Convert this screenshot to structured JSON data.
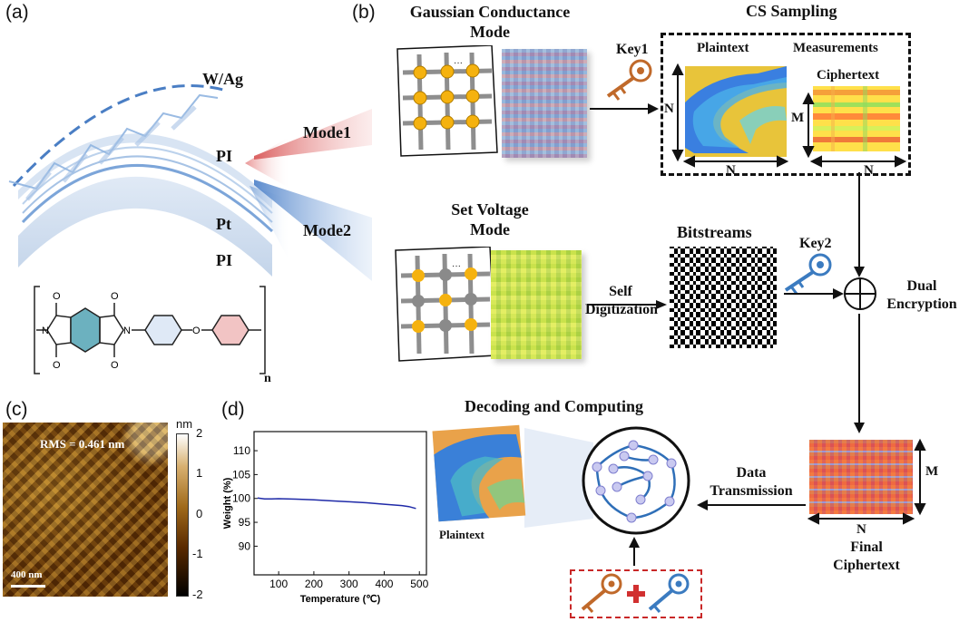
{
  "panels": {
    "a": {
      "label": "(a)",
      "layers": [
        "W/Ag",
        "PI",
        "Pt",
        "PI"
      ],
      "modes": [
        "Mode1",
        "Mode2"
      ],
      "subscript": "n"
    },
    "b": {
      "label": "(b)",
      "gaussian_title": "Gaussian Conductance\nMode",
      "cs_title": "CS Sampling",
      "key1": "Key1",
      "plaintext": "Plaintext",
      "measurements": "Measurements",
      "ciphertext": "Ciphertext",
      "dim_n": "N",
      "dim_m": "M",
      "set_voltage_title": "Set Voltage\nMode",
      "bitstreams": "Bitstreams",
      "self_digitization": "Self\nDigitization",
      "key2": "Key2",
      "dual_encryption": "Dual\nEncryption",
      "decoding_title": "Decoding and Computing",
      "data_transmission": "Data\nTransmission",
      "final_ciphertext": "Final\nCiphertext",
      "plaintext_label": "Plaintext"
    },
    "c": {
      "label": "(c)",
      "rms": "RMS = 0.461 nm",
      "scale_bar": "400 nm",
      "colorbar_unit": "nm",
      "colorbar_ticks": [
        "2",
        "1",
        "0",
        "-1",
        "-2"
      ]
    },
    "d": {
      "label": "(d)"
    }
  },
  "chart_data": {
    "type": "line",
    "title": "",
    "xlabel": "Temperature (℃)",
    "ylabel": "Weight (%)",
    "xlim": [
      30,
      520
    ],
    "ylim": [
      84,
      114
    ],
    "xticks": [
      100,
      200,
      300,
      400,
      500
    ],
    "yticks": [
      90,
      95,
      100,
      105,
      110
    ],
    "series": [
      {
        "color": "#1f2aa8",
        "x": [
          40,
          60,
          80,
          100,
          150,
          200,
          250,
          300,
          350,
          400,
          450,
          470,
          490
        ],
        "y": [
          100.1,
          99.9,
          99.9,
          99.95,
          99.85,
          99.7,
          99.5,
          99.3,
          99.1,
          98.8,
          98.5,
          98.3,
          97.9
        ]
      }
    ]
  }
}
